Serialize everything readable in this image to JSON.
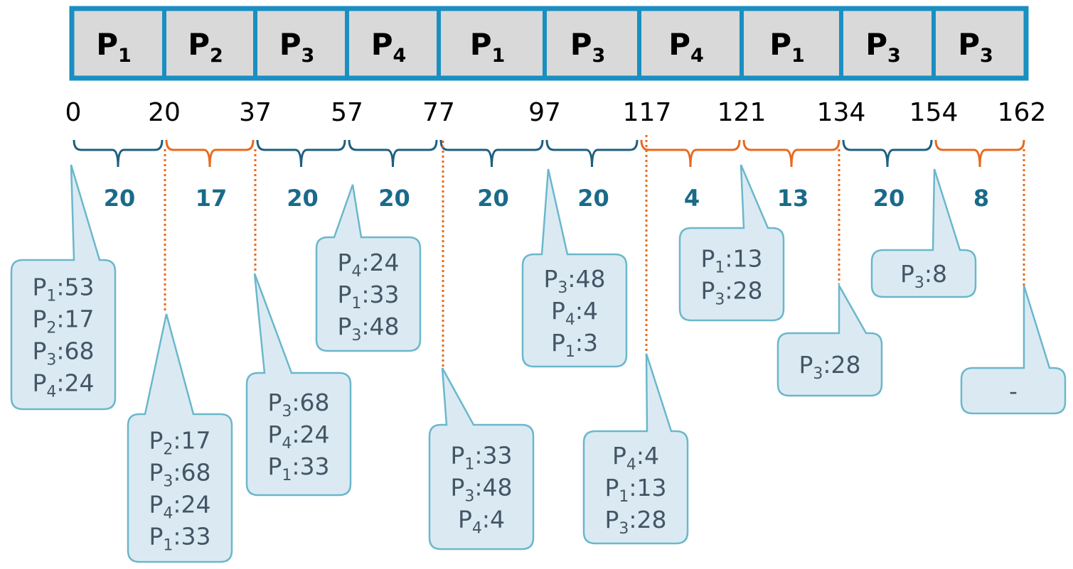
{
  "colors": {
    "frame": "#1a8fc1",
    "cell_fill": "#d9d9d9",
    "brace_dark": "#1f5f80",
    "brace_orange": "#e8691e",
    "duration_text": "#1a6a8a",
    "callout_fill": "#dbeaf2",
    "callout_stroke": "#6bb7cc",
    "dotted_line": "#e8691e"
  },
  "gantt": {
    "cells": [
      {
        "proc": "P",
        "sub": "1"
      },
      {
        "proc": "P",
        "sub": "2"
      },
      {
        "proc": "P",
        "sub": "3"
      },
      {
        "proc": "P",
        "sub": "4"
      },
      {
        "proc": "P",
        "sub": "1"
      },
      {
        "proc": "P",
        "sub": "3"
      },
      {
        "proc": "P",
        "sub": "4"
      },
      {
        "proc": "P",
        "sub": "1"
      },
      {
        "proc": "P",
        "sub": "3"
      },
      {
        "proc": "P",
        "sub": "3"
      }
    ],
    "ticks": [
      "0",
      "20",
      "37",
      "57",
      "77",
      "97",
      "117",
      "121",
      "134",
      "154",
      "162"
    ],
    "durations": [
      {
        "value": "20",
        "color": "dark"
      },
      {
        "value": "17",
        "color": "orange"
      },
      {
        "value": "20",
        "color": "dark"
      },
      {
        "value": "20",
        "color": "dark"
      },
      {
        "value": "20",
        "color": "dark"
      },
      {
        "value": "20",
        "color": "dark"
      },
      {
        "value": "4",
        "color": "orange"
      },
      {
        "value": "13",
        "color": "orange"
      },
      {
        "value": "20",
        "color": "dark"
      },
      {
        "value": "8",
        "color": "orange"
      }
    ]
  },
  "queues": [
    {
      "lines": [
        {
          "p": "P",
          "s": "1",
          "v": ":53"
        },
        {
          "p": "P",
          "s": "2",
          "v": ":17"
        },
        {
          "p": "P",
          "s": "3",
          "v": ":68"
        },
        {
          "p": "P",
          "s": "4",
          "v": ":24"
        }
      ]
    },
    {
      "lines": [
        {
          "p": "P",
          "s": "2",
          "v": ":17"
        },
        {
          "p": "P",
          "s": "3",
          "v": ":68"
        },
        {
          "p": "P",
          "s": "4",
          "v": ":24"
        },
        {
          "p": "P",
          "s": "1",
          "v": ":33"
        }
      ]
    },
    {
      "lines": [
        {
          "p": "P",
          "s": "3",
          "v": ":68"
        },
        {
          "p": "P",
          "s": "4",
          "v": ":24"
        },
        {
          "p": "P",
          "s": "1",
          "v": ":33"
        }
      ]
    },
    {
      "lines": [
        {
          "p": "P",
          "s": "4",
          "v": ":24"
        },
        {
          "p": "P",
          "s": "1",
          "v": ":33"
        },
        {
          "p": "P",
          "s": "3",
          "v": ":48"
        }
      ]
    },
    {
      "lines": [
        {
          "p": "P",
          "s": "1",
          "v": ":33"
        },
        {
          "p": "P",
          "s": "3",
          "v": ":48"
        },
        {
          "p": "P",
          "s": "4",
          "v": ":4"
        }
      ]
    },
    {
      "lines": [
        {
          "p": "P",
          "s": "3",
          "v": ":48"
        },
        {
          "p": "P",
          "s": "4",
          "v": ":4"
        },
        {
          "p": "P",
          "s": "1",
          "v": ":3"
        }
      ]
    },
    {
      "lines": [
        {
          "p": "P",
          "s": "4",
          "v": ":4"
        },
        {
          "p": "P",
          "s": "1",
          "v": ":13"
        },
        {
          "p": "P",
          "s": "3",
          "v": ":28"
        }
      ]
    },
    {
      "lines": [
        {
          "p": "P",
          "s": "1",
          "v": ":13"
        },
        {
          "p": "P",
          "s": "3",
          "v": ":28"
        }
      ]
    },
    {
      "lines": [
        {
          "p": "P",
          "s": "3",
          "v": ":28"
        }
      ]
    },
    {
      "lines": [
        {
          "p": "P",
          "s": "3",
          "v": ":8"
        }
      ]
    },
    {
      "lines": [
        {
          "p": "",
          "s": "",
          "v": "-"
        }
      ]
    }
  ]
}
